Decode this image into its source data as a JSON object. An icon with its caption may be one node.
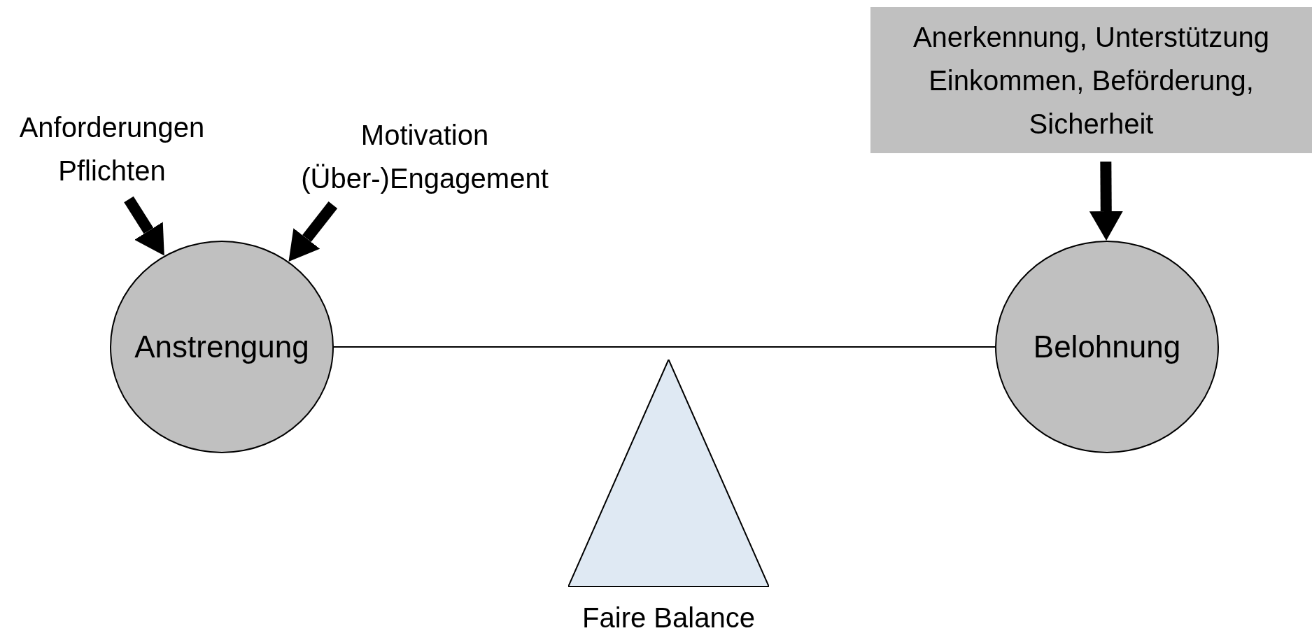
{
  "diagram": {
    "nodes": [
      {
        "text": [
          "Anforderungen Pflichten"
        ]
      },
      {
        "text": [
          "Motivation (Über-)Engagement"
        ]
      },
      {
        "text": [
          "Anstrengung"
        ]
      },
      {
        "text": [
          "Belohnung"
        ]
      },
      {
        "text": [
          "Anerkennung, Unterstützung Einkommen, Beförderung, Sicherheit"
        ]
      },
      {
        "text": [],
        "shape": "triangle",
        "beside": [
          "Faire Balance"
        ]
      }
    ],
    "edges": [
      {
        "from": 0,
        "to": 2,
        "arrow": "to"
      },
      {
        "from": 1,
        "to": 2,
        "arrow": "to"
      },
      {
        "from": 4,
        "to": 3,
        "arrow": "to"
      },
      {
        "from": 2,
        "to": 3,
        "arrow": "none"
      }
    ]
  }
}
